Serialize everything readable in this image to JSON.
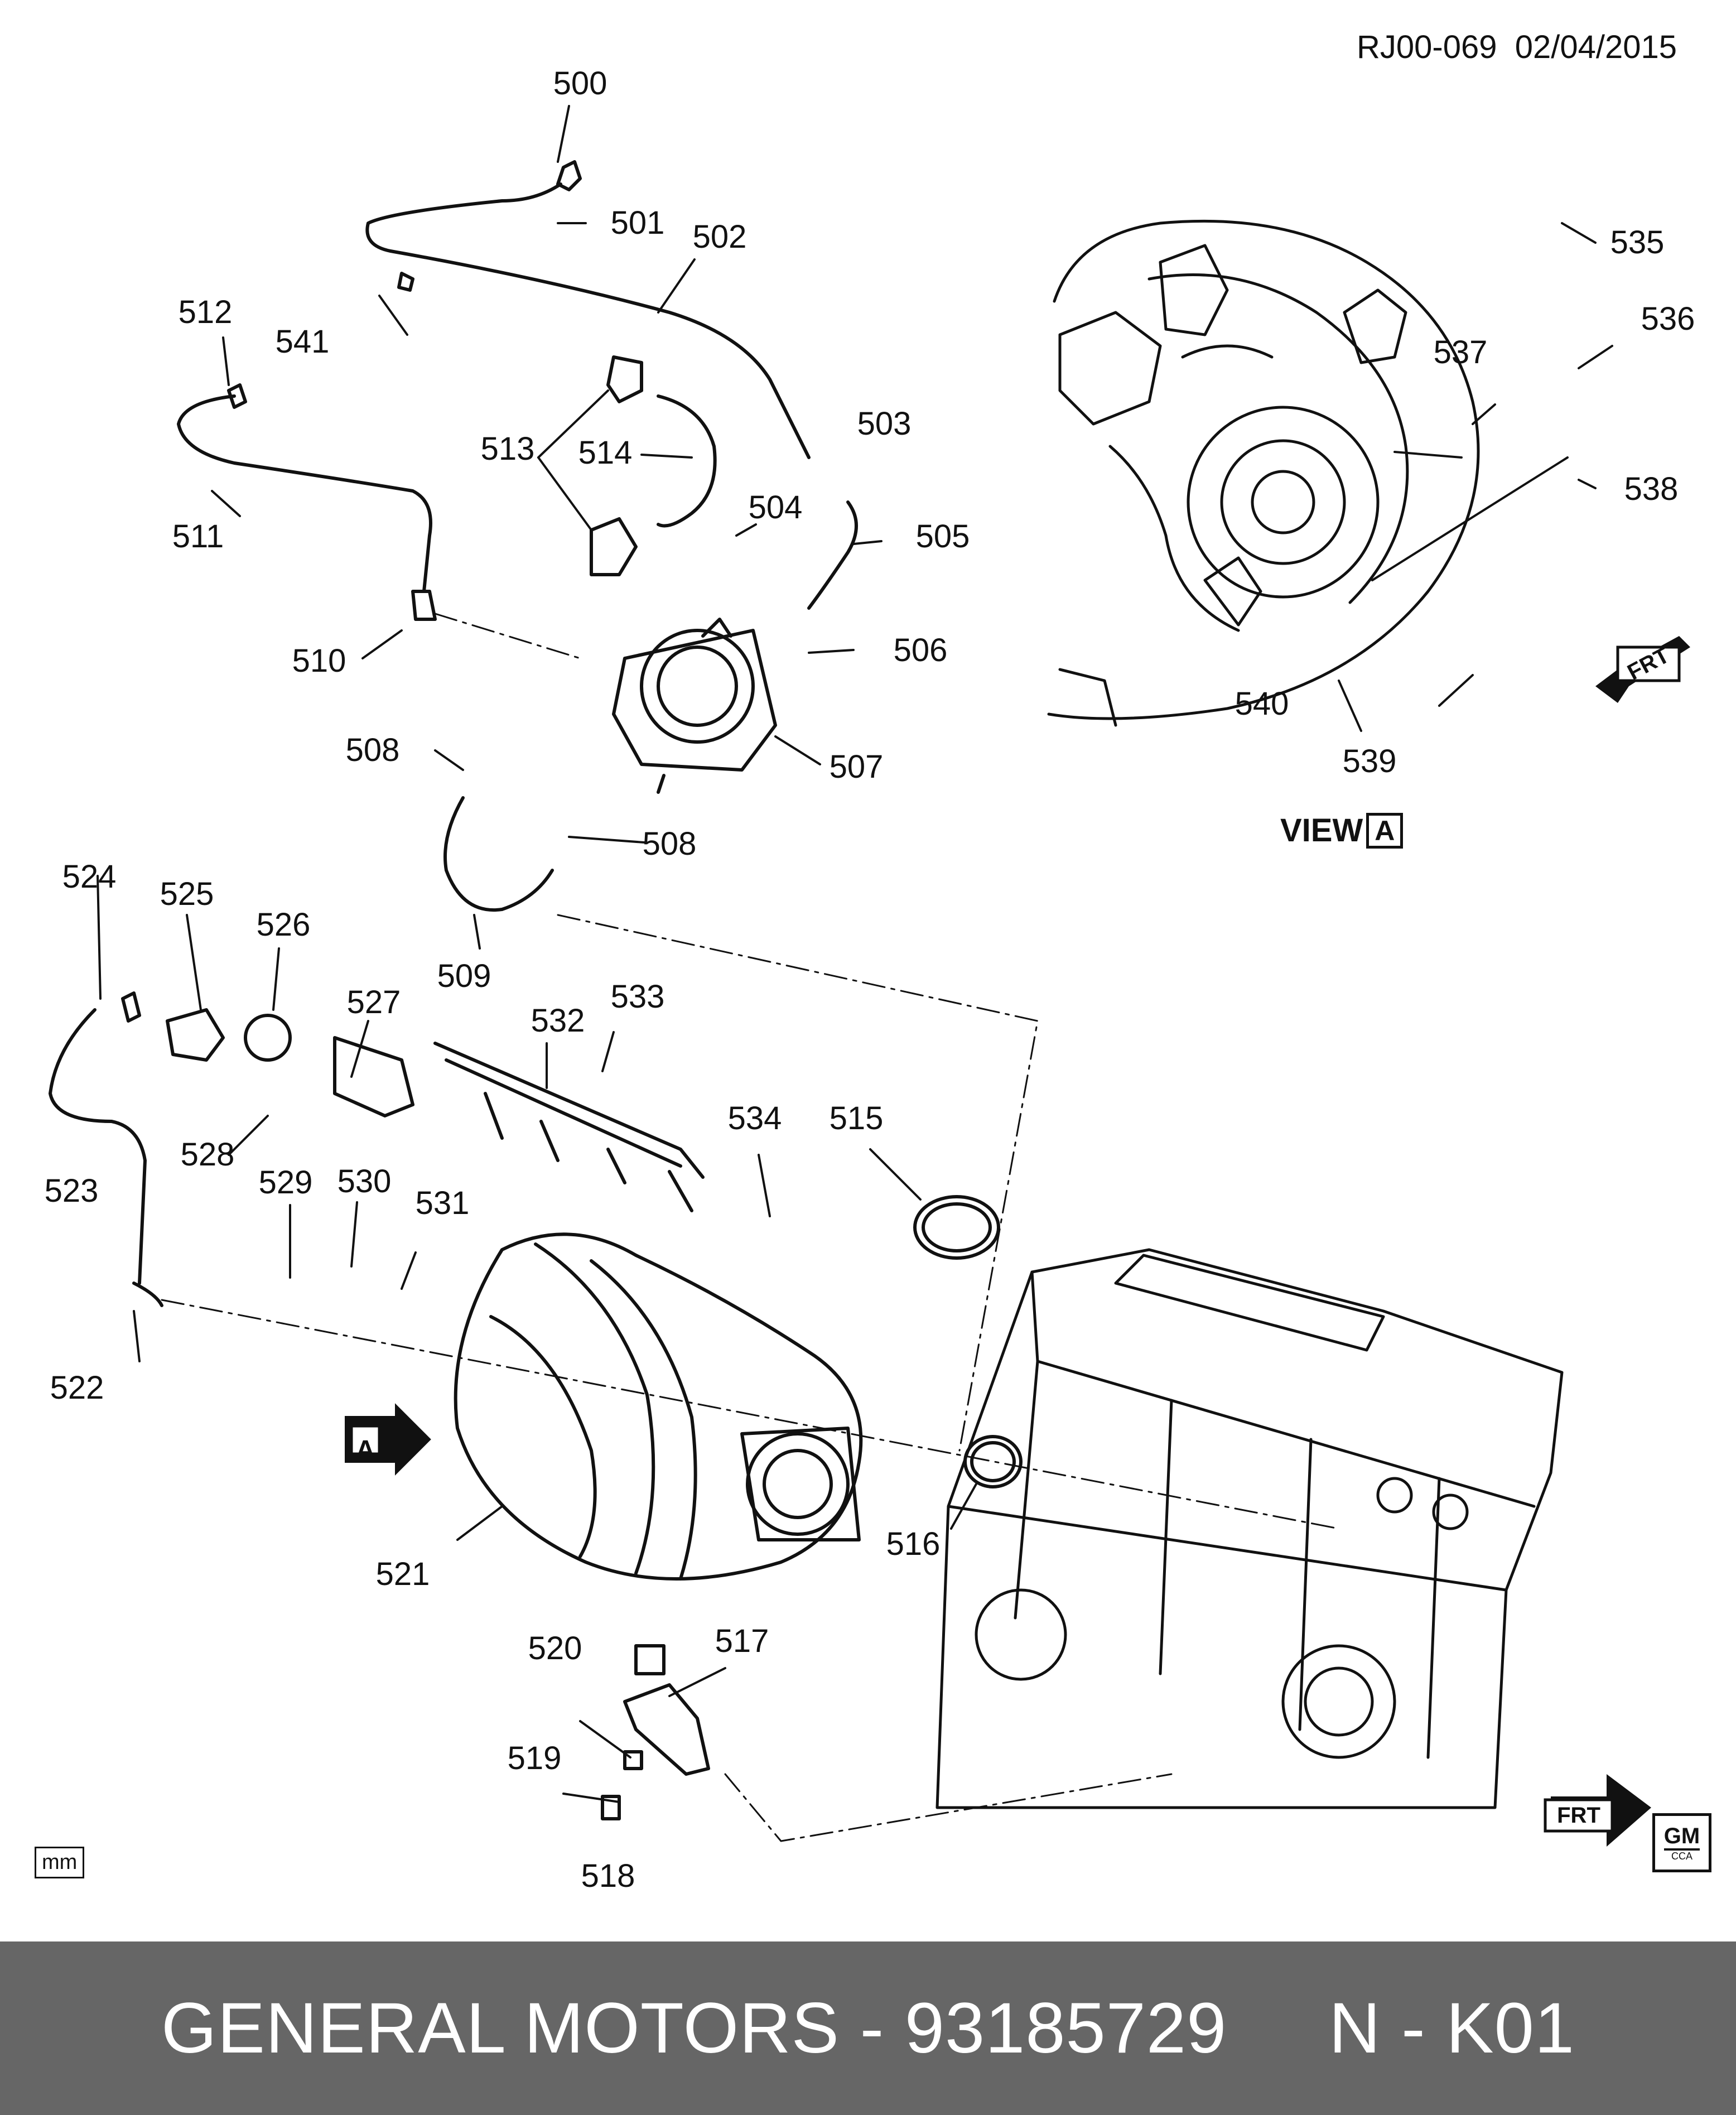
{
  "header": {
    "doc_ref": "RJ00-069",
    "date": "02/04/2015"
  },
  "callouts": [
    {
      "id": "500",
      "label": "500"
    },
    {
      "id": "501",
      "label": "501"
    },
    {
      "id": "502",
      "label": "502"
    },
    {
      "id": "503",
      "label": "503"
    },
    {
      "id": "504",
      "label": "504"
    },
    {
      "id": "505",
      "label": "505"
    },
    {
      "id": "506",
      "label": "506"
    },
    {
      "id": "507",
      "label": "507"
    },
    {
      "id": "508a",
      "label": "508"
    },
    {
      "id": "508b",
      "label": "508"
    },
    {
      "id": "509",
      "label": "509"
    },
    {
      "id": "510",
      "label": "510"
    },
    {
      "id": "511",
      "label": "511"
    },
    {
      "id": "512",
      "label": "512"
    },
    {
      "id": "513",
      "label": "513"
    },
    {
      "id": "514",
      "label": "514"
    },
    {
      "id": "515",
      "label": "515"
    },
    {
      "id": "516",
      "label": "516"
    },
    {
      "id": "517",
      "label": "517"
    },
    {
      "id": "518",
      "label": "518"
    },
    {
      "id": "519",
      "label": "519"
    },
    {
      "id": "520",
      "label": "520"
    },
    {
      "id": "521",
      "label": "521"
    },
    {
      "id": "522",
      "label": "522"
    },
    {
      "id": "523",
      "label": "523"
    },
    {
      "id": "524",
      "label": "524"
    },
    {
      "id": "525",
      "label": "525"
    },
    {
      "id": "526",
      "label": "526"
    },
    {
      "id": "527",
      "label": "527"
    },
    {
      "id": "528",
      "label": "528"
    },
    {
      "id": "529",
      "label": "529"
    },
    {
      "id": "530",
      "label": "530"
    },
    {
      "id": "531",
      "label": "531"
    },
    {
      "id": "532",
      "label": "532"
    },
    {
      "id": "533",
      "label": "533"
    },
    {
      "id": "534",
      "label": "534"
    },
    {
      "id": "535",
      "label": "535"
    },
    {
      "id": "536",
      "label": "536"
    },
    {
      "id": "537",
      "label": "537"
    },
    {
      "id": "538",
      "label": "538"
    },
    {
      "id": "539",
      "label": "539"
    },
    {
      "id": "540",
      "label": "540"
    },
    {
      "id": "541",
      "label": "541"
    }
  ],
  "view": {
    "word": "VIEW",
    "letter": "A"
  },
  "view_arrow_letter": "A",
  "front_marker": "FRT",
  "units": "mm",
  "logo": {
    "brand": "GM",
    "sub": "CCA"
  },
  "footer": {
    "text": "GENERAL MOTORS - 93185729     N - K01"
  },
  "colors": {
    "line": "#111111",
    "footer_bg": "#666666",
    "footer_text": "#ffffff",
    "background": "#ffffff"
  }
}
